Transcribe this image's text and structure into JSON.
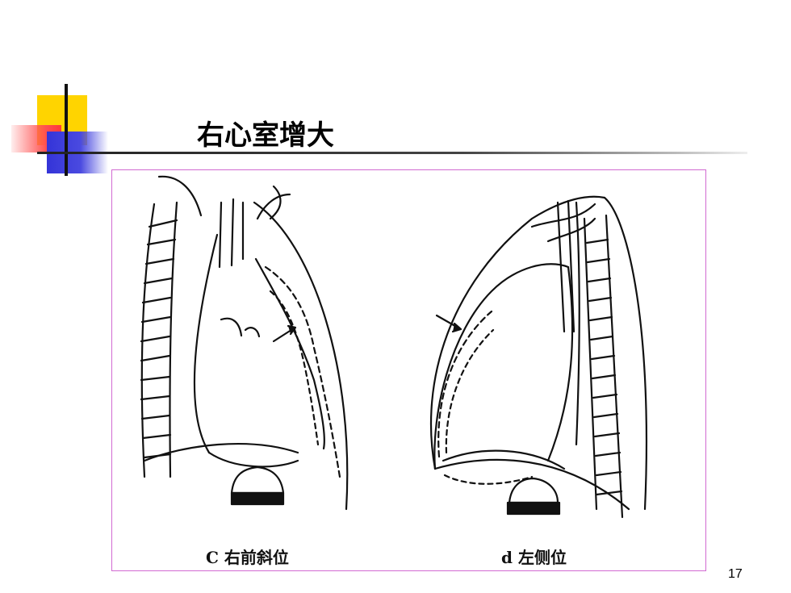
{
  "slide": {
    "title": "右心室增大",
    "page_number": "17"
  },
  "figure": {
    "panels": [
      {
        "caption": "C 右前斜位"
      },
      {
        "caption": "d 左侧位"
      }
    ]
  },
  "colors": {
    "accent_yellow": "#ffd400",
    "accent_red": "#ff3a3a",
    "accent_blue": "#3434d8",
    "figure_border": "#d16ad1"
  }
}
